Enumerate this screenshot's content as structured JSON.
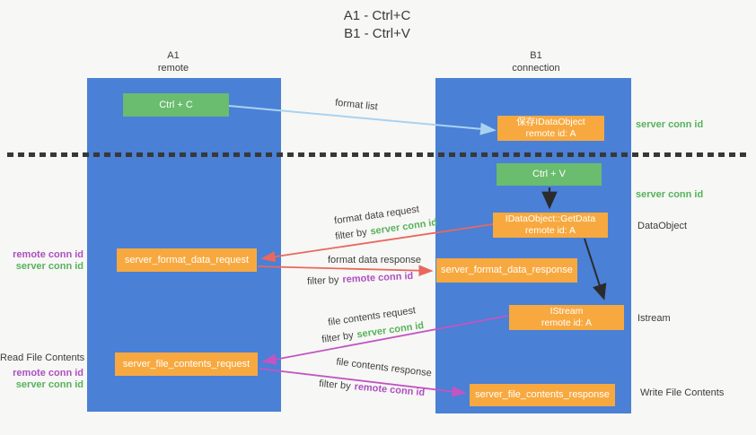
{
  "title": {
    "line1": "A1 - Ctrl+C",
    "line2": "B1 - Ctrl+V"
  },
  "columns": {
    "left": {
      "title": "A1",
      "subtitle": "remote"
    },
    "right": {
      "title": "B1",
      "subtitle": "connection"
    }
  },
  "nodes": {
    "ctrl_c": "Ctrl + C",
    "ctrl_v": "Ctrl + V",
    "save_idataobject": {
      "line1": "保存IDataObject",
      "line2": "remote id: A"
    },
    "getdata": {
      "line1": "IDataObject::GetData",
      "line2": "remote id: A"
    },
    "format_request": "server_format_data_request",
    "format_response": "server_format_data_response",
    "istream": {
      "line1": "IStream",
      "line2": "remote id: A"
    },
    "file_request": "server_file_contents_request",
    "file_response": "server_file_contents_response"
  },
  "side_labels": {
    "server_conn_id_top": "server conn id",
    "server_conn_id_mid": "server conn id",
    "dataobject": "DataObject",
    "istream": "Istream",
    "write_file_contents": "Write File Contents",
    "read_file_contents": "Read File Contents",
    "left_pair1": {
      "remote": "remote conn id",
      "server": "server conn id"
    },
    "left_pair2": {
      "remote": "remote conn id",
      "server": "server conn id"
    }
  },
  "edge_labels": {
    "format_list": "format list",
    "format_data_request": "format data request",
    "filter_server_1": {
      "prefix": "filter by",
      "value": "server conn id"
    },
    "format_data_response": "format data response",
    "filter_remote_1": {
      "prefix": "filter by",
      "value": "remote conn id"
    },
    "file_contents_request": "file contents request",
    "filter_server_2": {
      "prefix": "filter by",
      "value": "server conn id"
    },
    "file_contents_response": "file contents response",
    "filter_remote_2": {
      "prefix": "filter by",
      "value": "remote conn id"
    }
  },
  "colors": {
    "column_blue": "#4a80d6",
    "node_orange": "#f7a93f",
    "node_green": "#6abc6e",
    "green_text": "#56b25c",
    "purple_text": "#ad4fc0",
    "arrow_lightblue": "#a9d2f0",
    "arrow_salmon": "#e8685e",
    "arrow_magenta": "#c155c1",
    "arrow_black": "#2b2b2b",
    "dark_text": "#3c3c3c"
  }
}
